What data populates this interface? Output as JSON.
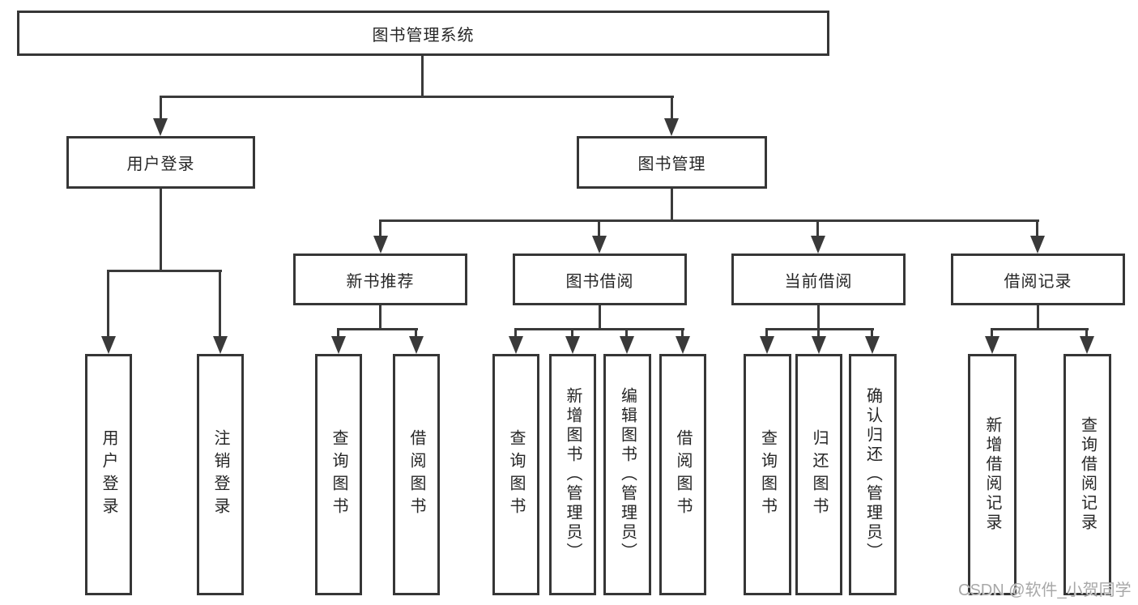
{
  "tree": {
    "root": "图书管理系统",
    "children": [
      {
        "label": "用户登录",
        "children": [
          "用户登录",
          "注销登录"
        ]
      },
      {
        "label": "图书管理",
        "children": [
          {
            "label": "新书推荐",
            "children": [
              "查询图书",
              "借阅图书"
            ]
          },
          {
            "label": "图书借阅",
            "children": [
              "查询图书",
              "新增图书（管理员）",
              "编辑图书（管理员）",
              "借阅图书"
            ]
          },
          {
            "label": "当前借阅",
            "children": [
              "查询图书",
              "归还图书",
              "确认归还（管理员）"
            ]
          },
          {
            "label": "借阅记录",
            "children": [
              "新增借阅记录",
              "查询借阅记录"
            ]
          }
        ]
      }
    ]
  },
  "watermark": {
    "text": "CSDN @软件_小贺同学"
  },
  "colors": {
    "line": "#3a3a3a",
    "border": "#363636",
    "text": "#262626",
    "background": "#ffffff",
    "watermark": "#a8a8a8"
  }
}
